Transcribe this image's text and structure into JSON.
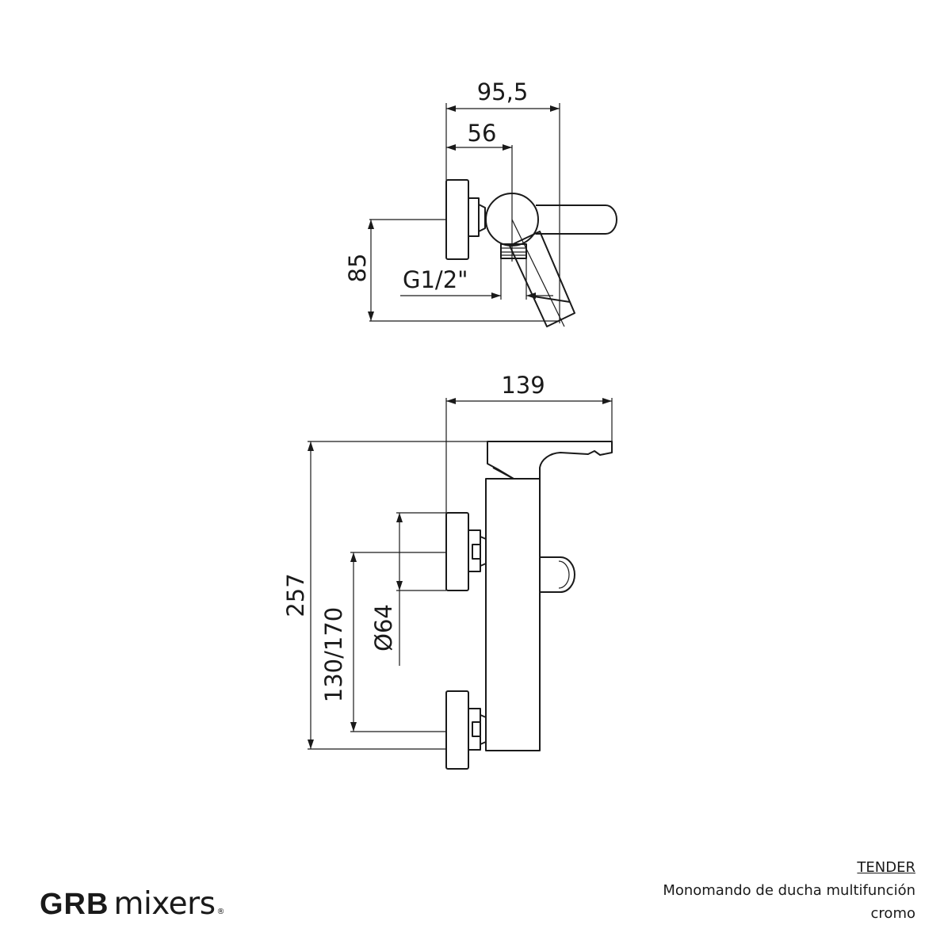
{
  "dimensions": {
    "top_overall_depth": "95,5",
    "top_axis_depth": "56",
    "top_height": "85",
    "thread": "G1/2\"",
    "front_width": "139",
    "front_height": "257",
    "centers": "130/170",
    "escutcheon_diameter": "Ø64"
  },
  "brand": {
    "bold": "GRB",
    "light": "mixers",
    "registered": "®"
  },
  "product": {
    "name": "TENDER",
    "description": "Monomando de ducha multifunción",
    "finish": "cromo"
  }
}
